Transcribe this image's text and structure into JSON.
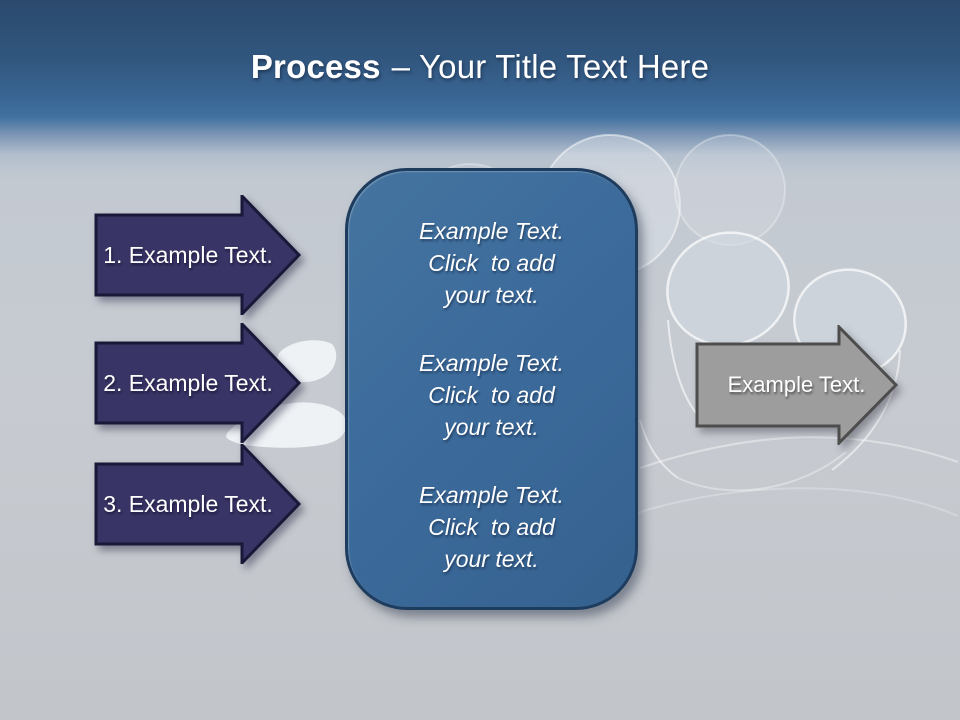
{
  "slide": {
    "title": {
      "emphasis": "Process",
      "rest": "– Your Title Text Here"
    },
    "steps": [
      {
        "label": "1. Example Text."
      },
      {
        "label": "2. Example Text."
      },
      {
        "label": "3. Example Text."
      }
    ],
    "panel": {
      "blocks": [
        {
          "lines": [
            "Example Text.",
            "Click  to add",
            "your text."
          ]
        },
        {
          "lines": [
            "Example Text.",
            "Click  to add",
            "your text."
          ]
        },
        {
          "lines": [
            "Example Text.",
            "Click  to add",
            "your text."
          ]
        }
      ]
    },
    "output_arrow": {
      "label": "Example Text."
    },
    "colors": {
      "title_text": "#ffffff",
      "header_top": "#2b4a6d",
      "header_bottom": "#40709f",
      "canvas": "#c6cad1",
      "step_arrow_fill": "#383465",
      "step_arrow_border": "#1a1838",
      "panel_fill": "#3c6b9c",
      "panel_border": "#1e3c5e",
      "output_arrow_fill": "#9d9d9d",
      "output_arrow_border": "#4d4d4d"
    },
    "decor": {
      "heart_ribbon": "paper-ribbon heart outline",
      "circle_ribbon": "paper-ribbon circles",
      "paper_scraps": "torn paper scraps"
    }
  }
}
